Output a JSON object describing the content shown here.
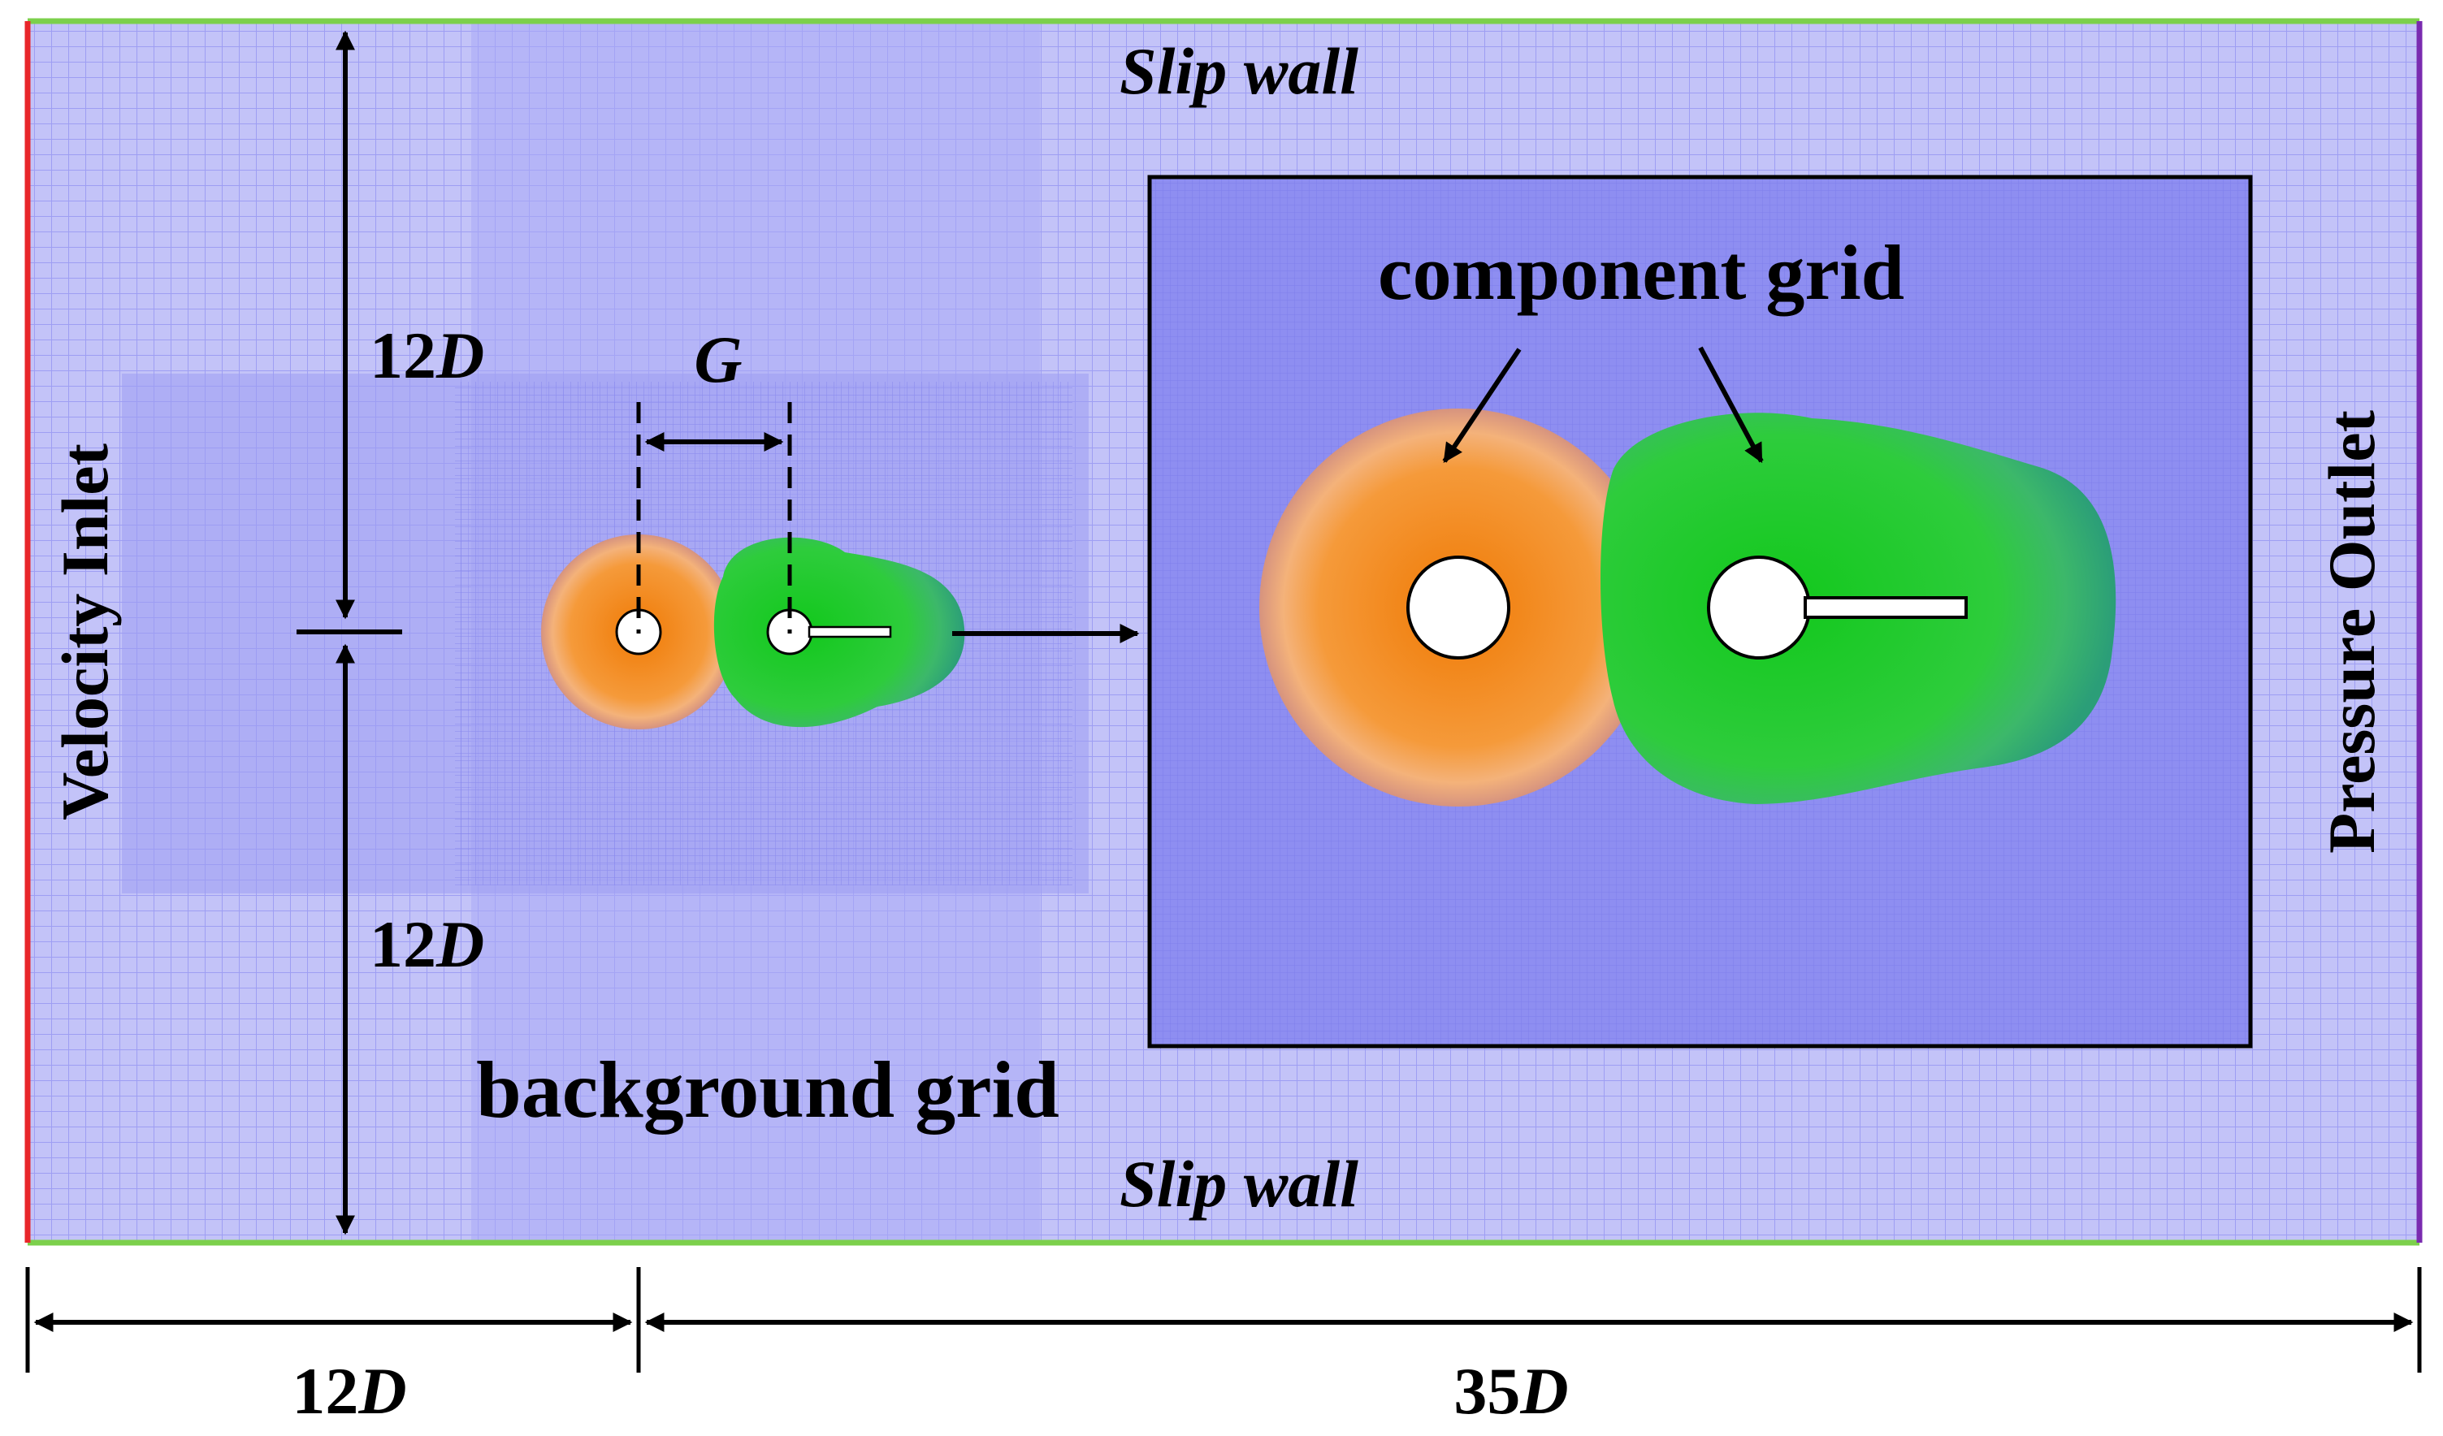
{
  "domain": {
    "top_boundary": "Slip wall",
    "bottom_boundary": "Slip wall",
    "inlet": "Velocity Inlet",
    "outlet": "Pressure Outlet"
  },
  "labels": {
    "component_grid": "component grid",
    "background_grid": "background grid",
    "gap": "G"
  },
  "dimensions": {
    "upstream": {
      "value": "12",
      "unit": "D"
    },
    "downstream": {
      "value": "35",
      "unit": "D"
    },
    "upper": {
      "value": "12",
      "unit": "D"
    },
    "lower": {
      "value": "12",
      "unit": "D"
    }
  },
  "colors": {
    "mesh_background": "#b5b5f7",
    "mesh_dense": "#8d8df0",
    "mesh_line": "#8080ee",
    "inlet_line": "#e8262a",
    "outlet_line": "#7a2bb0",
    "wall_line": "#7cd04c",
    "orange_grid": "#f2891f",
    "orange_outer": "#d99a83",
    "green_grid": "#17c52f",
    "green_outer": "#2fa874"
  }
}
